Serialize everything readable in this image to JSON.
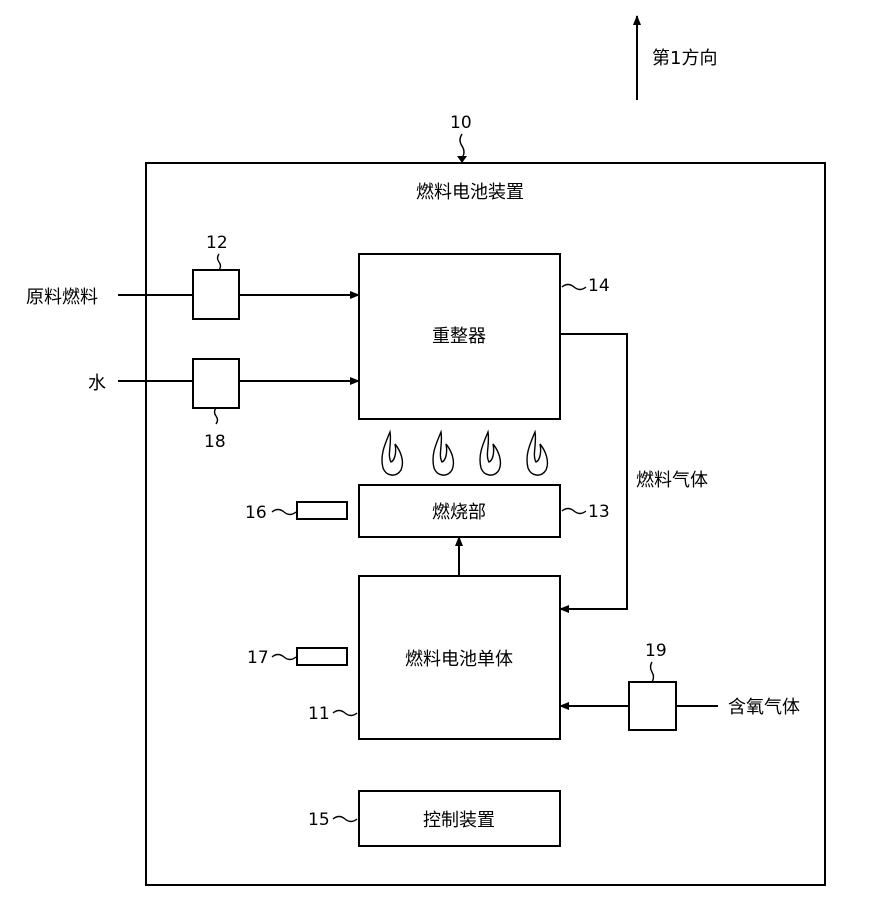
{
  "direction": {
    "label": "第1方向"
  },
  "device": {
    "ref": "10",
    "title": "燃料电池装置"
  },
  "inputs": {
    "raw_fuel": "原料燃料",
    "water": "水",
    "oxygen_gas": "含氧气体"
  },
  "flow": {
    "fuel_gas": "燃料气体"
  },
  "blocks": {
    "reformer": {
      "label": "重整器",
      "ref": "14"
    },
    "combustor": {
      "label": "燃烧部",
      "ref": "13"
    },
    "cell_stack": {
      "label": "燃料电池单体",
      "ref": "11"
    },
    "controller": {
      "label": "控制装置",
      "ref": "15"
    }
  },
  "components": {
    "fuel_pump": {
      "ref": "12"
    },
    "water_pump": {
      "ref": "18"
    },
    "blower": {
      "ref": "19"
    },
    "sensor_16": {
      "ref": "16"
    },
    "sensor_17": {
      "ref": "17"
    }
  },
  "flames": {
    "count": 4
  }
}
